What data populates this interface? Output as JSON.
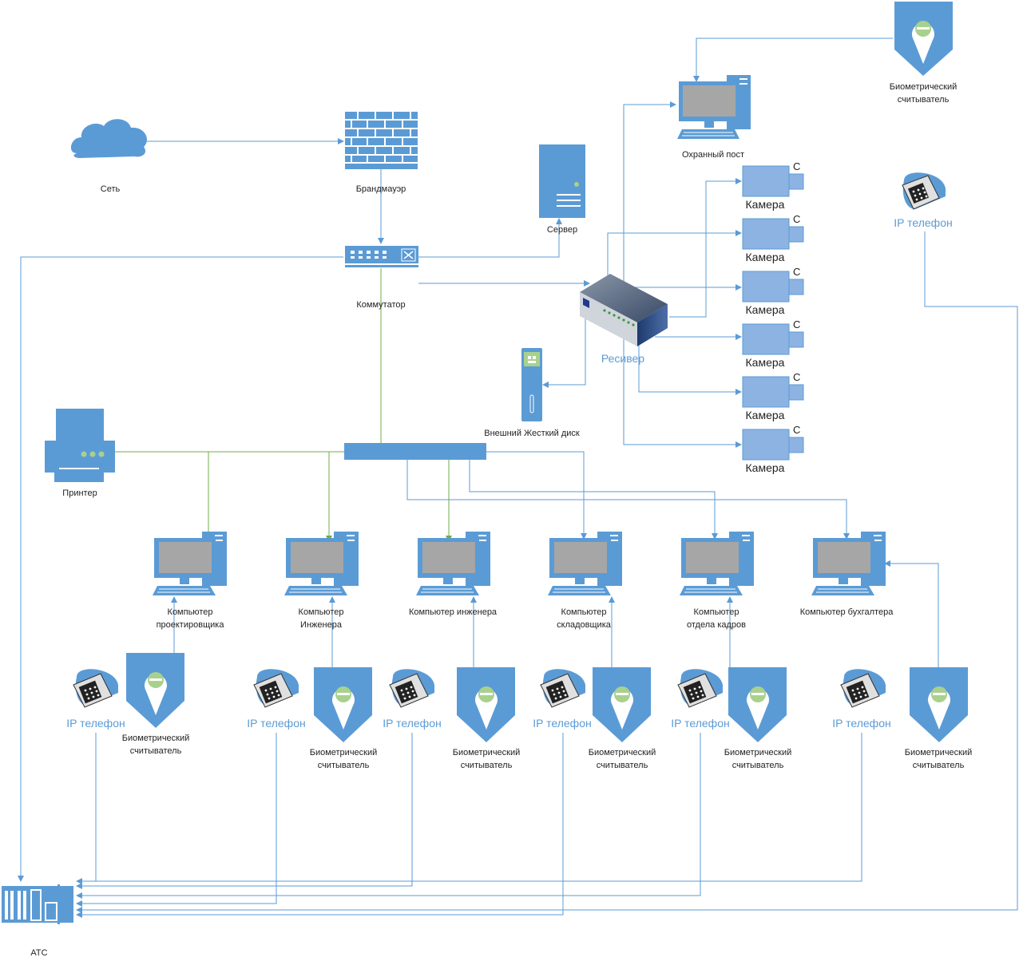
{
  "colors": {
    "icon_blue": "#5b9bd5",
    "line_blue": "#5b9bd5",
    "line_green": "#70ad47",
    "screen_gray": "#a6a6a6",
    "bio_green": "#a9d18e"
  },
  "nodes": {
    "network": {
      "label": "Сеть",
      "icon": "cloud-icon"
    },
    "firewall": {
      "label": "Брандмауэр",
      "icon": "firewall-icon"
    },
    "switch": {
      "label": "Коммутатор",
      "icon": "switch-icon"
    },
    "server": {
      "label": "Сервер",
      "icon": "server-icon"
    },
    "receiver": {
      "label": "Ресивер",
      "icon": "receiver-icon"
    },
    "external_disk": {
      "label": "Внешний Жесткий диск",
      "icon": "disk-icon"
    },
    "guard_post": {
      "label": "Охранный пост",
      "icon": "computer-icon"
    },
    "top_bio": {
      "label": "Биометрический\nсчитыватель",
      "icon": "biometric-icon"
    },
    "top_phone": {
      "label": "IP телефон",
      "icon": "phone-icon"
    },
    "printer": {
      "label": "Принтер",
      "icon": "printer-icon"
    },
    "pbx": {
      "label": "АТС",
      "icon": "pbx-icon"
    }
  },
  "cameras": {
    "label": "Камера",
    "badge": "C",
    "count": 6
  },
  "computers": [
    {
      "label": "Компьютер\nпроектировщика"
    },
    {
      "label": "Компьютер\nИнженера"
    },
    {
      "label": "Компьютер инженера"
    },
    {
      "label": "Компьютер\nскладовщика"
    },
    {
      "label": "Компьютер\nотдела кадров"
    },
    {
      "label": "Компьютер бухгалтера"
    }
  ],
  "bottom_phone_label": "IP телефон",
  "bottom_bio_label": "Биометрический\nсчитыватель"
}
